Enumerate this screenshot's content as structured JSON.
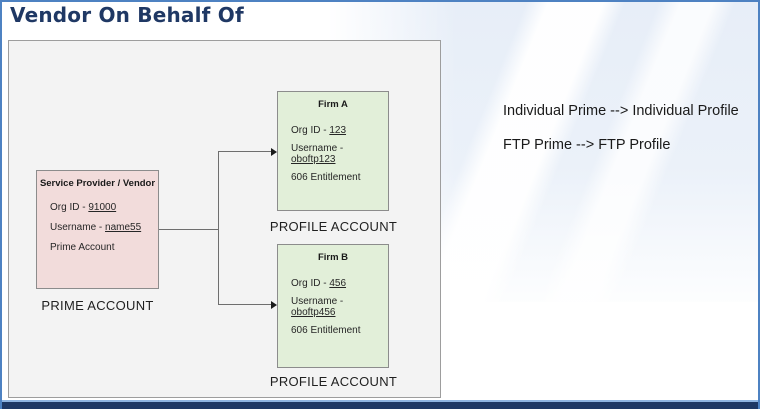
{
  "title": "Vendor On Behalf Of",
  "colors": {
    "title_text": "#1f3864",
    "frame_blue": "#4e82c2",
    "bottom_bar_navy": "#1f3864",
    "bottom_accent_blue": "#8fb4e0",
    "panel_bg": "#f3f3f3",
    "panel_border": "#9d9d9d",
    "prime_box_bg": "#f2dcdb",
    "profile_box_bg": "#e2efd9",
    "box_border": "#8c8c8c",
    "connector_gray": "#6e6e6e"
  },
  "prime_account": {
    "header": "Service Provider / Vendor",
    "org_id_label": "Org ID - ",
    "org_id_value": "91000",
    "username_label": "Username - ",
    "username_value": "name55",
    "account_line": "Prime Account",
    "caption": "PRIME ACCOUNT"
  },
  "profile_accounts": [
    {
      "header": "Firm A",
      "org_id_label": "Org ID - ",
      "org_id_value": "123",
      "username_label": "Username - ",
      "username_value": "oboftp123",
      "entitlement_line": "606 Entitlement",
      "caption": "PROFILE ACCOUNT"
    },
    {
      "header": "Firm B",
      "org_id_label": "Org ID - ",
      "org_id_value": "456",
      "username_label": "Username - ",
      "username_value": "oboftp456",
      "entitlement_line": "606 Entitlement",
      "caption": "PROFILE ACCOUNT"
    }
  ],
  "notes": [
    "Individual Prime --> Individual Profile",
    "FTP Prime --> FTP Profile"
  ]
}
